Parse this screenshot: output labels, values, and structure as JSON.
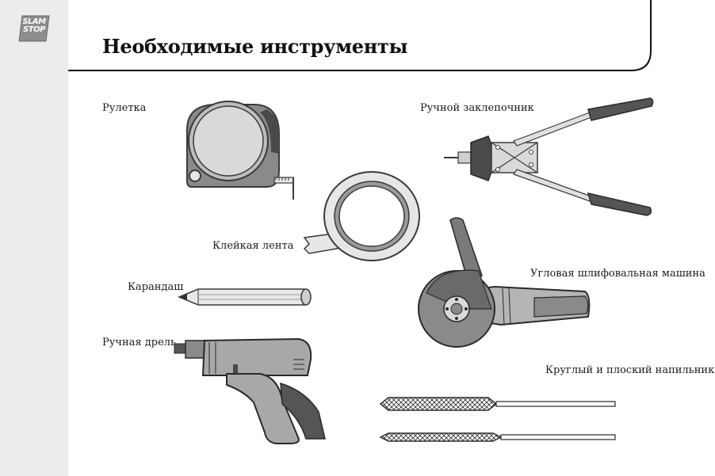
{
  "brand": {
    "line1": "SLAM",
    "line2": "STOP"
  },
  "page_title": "Необходимые инструменты",
  "tools": {
    "tape_measure": "Рулетка",
    "adhesive_tape": "Клейкая лента",
    "pencil": "Карандаш",
    "hand_drill": "Ручная дрель",
    "riveter": "Ручной заклепочник",
    "angle_grinder": "Угловая шлифовальная машина",
    "files": "Круглый и плоский напильник"
  },
  "colors": {
    "sidebar": "#ececec",
    "illustration_gray": "#9a9a9a",
    "dark": "#3a3a3a"
  }
}
